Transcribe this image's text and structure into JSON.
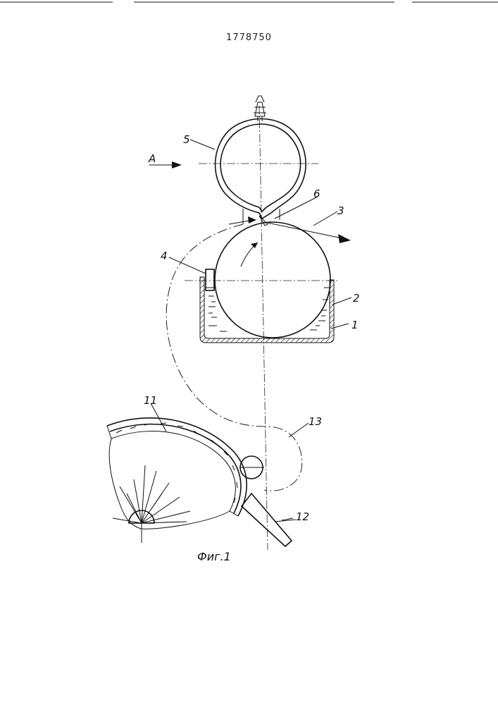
{
  "document": {
    "number": "1778750",
    "figure_caption": "Фиг.1"
  },
  "labels": {
    "view_a": "A",
    "pos1": "1",
    "pos2": "2",
    "pos3": "3",
    "pos4": "4",
    "pos5": "5",
    "pos6": "6",
    "pos11": "11",
    "pos12": "12",
    "pos13": "13"
  }
}
